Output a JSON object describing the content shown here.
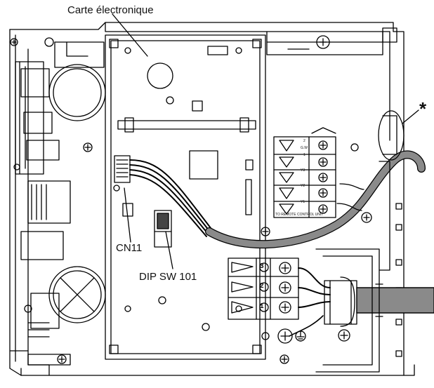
{
  "labels": {
    "board": "Carte électronique",
    "asterisk": "*",
    "cn11": "CN11",
    "dip_switch": "DIP SW 101"
  },
  "terminal_block_low": {
    "markings": [
      "Y1",
      "Y2",
      "Y3",
      "1",
      "2",
      "G.W",
      "TO REMOTE CONTROL UNIT"
    ]
  },
  "terminal_block_power": {
    "numbers": [
      "1",
      "2",
      "3"
    ]
  },
  "colors": {
    "line": "#000000",
    "cable_gray": "#8a8a8a",
    "cable_dark": "#6a6a6a",
    "background": "#ffffff"
  },
  "icons": [
    "ground-symbol-icon",
    "screw-icon"
  ]
}
